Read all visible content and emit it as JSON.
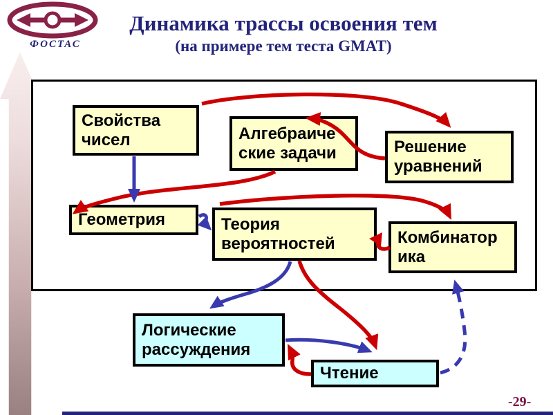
{
  "slide": {
    "logo_text": "ФОСТАС",
    "title": "Динамика трассы освоения тем",
    "subtitle": "(на примере тем теста GMAT)",
    "page_number": "-29-"
  },
  "colors": {
    "title_navy": "#23237b",
    "box_yellow": "#ffffcc",
    "box_cyan": "#ccffff",
    "arrow_red": "#cc0000",
    "arrow_blue": "#3a3ab0",
    "logo_maroon": "#8a2147",
    "page_number_maroon": "#7b1243"
  },
  "diagram": {
    "boxes": [
      {
        "id": "svoystva-chisel",
        "lines": [
          "Свойства",
          "чисел"
        ],
        "fill": "yellow"
      },
      {
        "id": "algebraicheskie-zadachi",
        "lines": [
          "Алгебраиче",
          "ские задачи"
        ],
        "fill": "yellow"
      },
      {
        "id": "reshenie-uravneniy",
        "lines": [
          "Решение",
          "уравнений"
        ],
        "fill": "yellow"
      },
      {
        "id": "geometria",
        "lines": [
          "Геометрия"
        ],
        "fill": "yellow"
      },
      {
        "id": "teoria-veroyatnostey",
        "lines": [
          "Теория",
          "вероятностей"
        ],
        "fill": "yellow"
      },
      {
        "id": "kombinatorika",
        "lines": [
          "Комбинатор",
          "ика"
        ],
        "fill": "yellow"
      },
      {
        "id": "logicheskie-rassuzhdenia",
        "lines": [
          "Логические",
          "рассуждения"
        ],
        "fill": "cyan"
      },
      {
        "id": "chtenie",
        "lines": [
          "Чтение"
        ],
        "fill": "cyan"
      }
    ],
    "edges": [
      {
        "from": "svoystva-chisel",
        "to": "reshenie-uravneniy",
        "color": "red",
        "style": "solid"
      },
      {
        "from": "reshenie-uravneniy",
        "to": "algebraicheskie-zadachi",
        "color": "red",
        "style": "solid"
      },
      {
        "from": "algebraicheskie-zadachi",
        "to": "geometria",
        "color": "red",
        "style": "solid"
      },
      {
        "from": "geometria",
        "to": "kombinatorika",
        "color": "red",
        "style": "solid"
      },
      {
        "from": "kombinatorika",
        "to": "teoria-veroyatnostey",
        "color": "red",
        "style": "solid"
      },
      {
        "from": "teoria-veroyatnostey",
        "to": "chtenie",
        "color": "red",
        "style": "solid"
      },
      {
        "from": "chtenie",
        "to": "logicheskie-rassuzhdenia",
        "color": "red",
        "style": "solid"
      },
      {
        "from": "svoystva-chisel",
        "to": "geometria",
        "color": "blue",
        "style": "solid"
      },
      {
        "from": "geometria",
        "to": "teoria-veroyatnostey",
        "color": "blue",
        "style": "solid"
      },
      {
        "from": "teoria-veroyatnostey",
        "to": "logicheskie-rassuzhdenia",
        "color": "blue",
        "style": "solid"
      },
      {
        "from": "logicheskie-rassuzhdenia",
        "to": "chtenie",
        "color": "blue",
        "style": "solid"
      },
      {
        "from": "chtenie",
        "to": "kombinatorika",
        "color": "blue",
        "style": "dashed"
      }
    ]
  }
}
